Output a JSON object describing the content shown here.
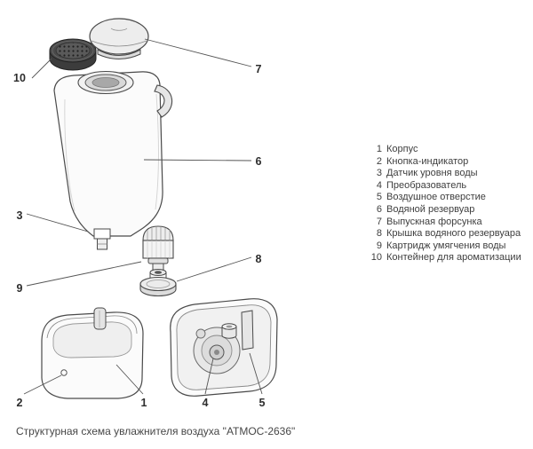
{
  "diagram": {
    "callouts": [
      "1",
      "2",
      "3",
      "4",
      "5",
      "6",
      "7",
      "8",
      "9",
      "10"
    ]
  },
  "legend": {
    "items": [
      {
        "num": "1",
        "label": "Корпус"
      },
      {
        "num": "2",
        "label": "Кнопка-индикатор"
      },
      {
        "num": "3",
        "label": "Датчик уровня воды"
      },
      {
        "num": "4",
        "label": "Преобразователь"
      },
      {
        "num": "5",
        "label": "Воздушное отверстие"
      },
      {
        "num": "6",
        "label": "Водяной резервуар"
      },
      {
        "num": "7",
        "label": "Выпускная форсунка"
      },
      {
        "num": "8",
        "label": "Крышка водяного резервуара"
      },
      {
        "num": "9",
        "label": "Картридж умягчения воды"
      },
      {
        "num": "10",
        "label": "Контейнер для ароматизации"
      }
    ]
  },
  "caption": "Структурная схема увлажнителя воздуха \"АТМОС-2636\""
}
